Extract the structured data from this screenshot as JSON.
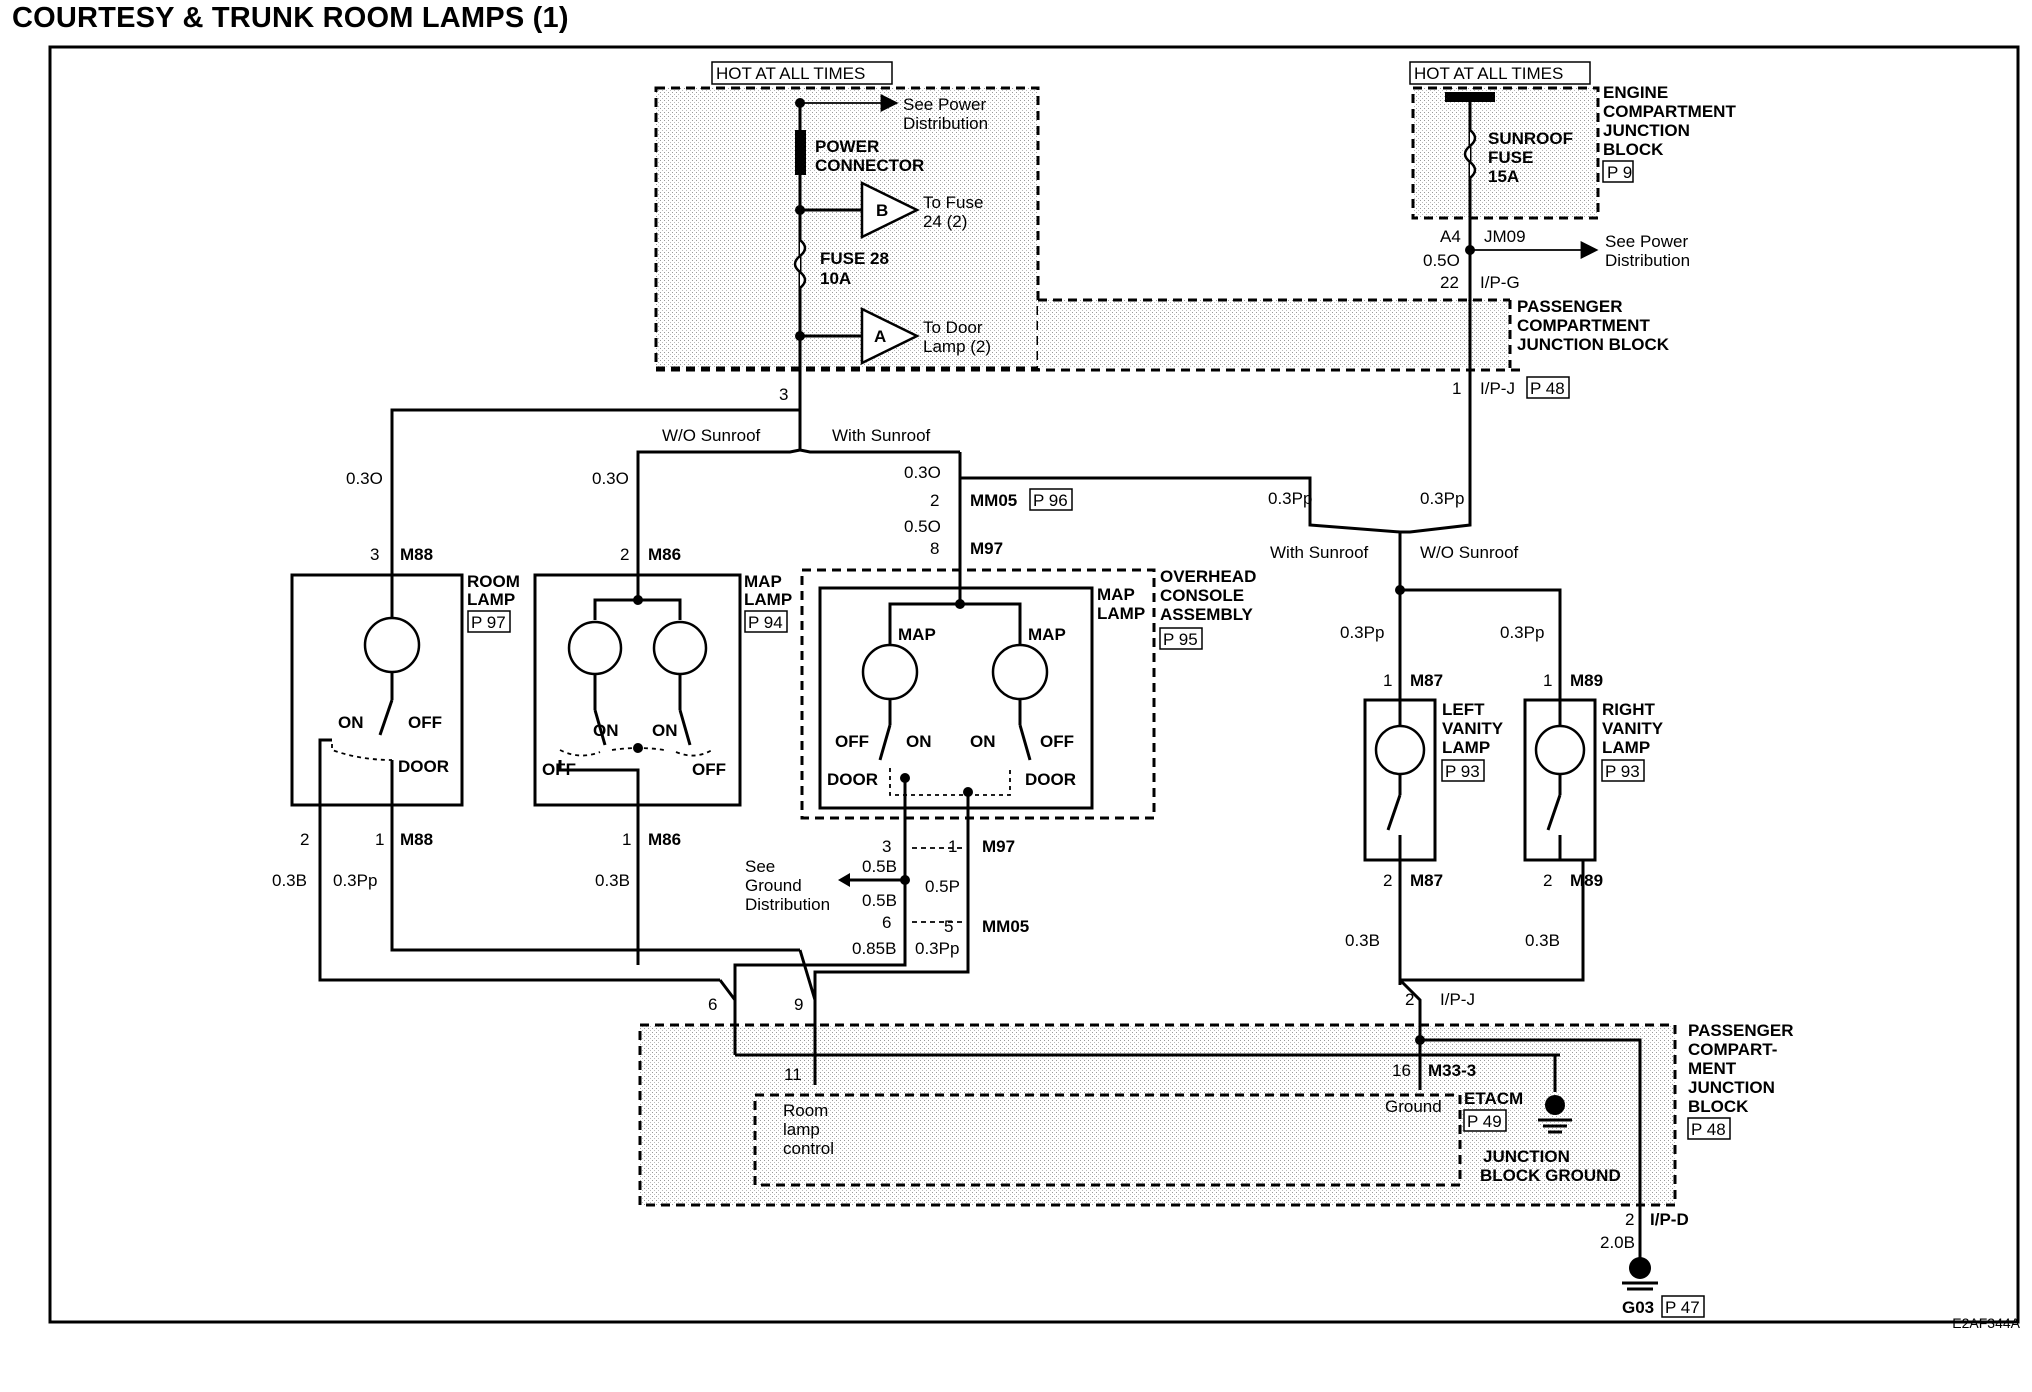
{
  "title": "COURTESY & TRUNK ROOM LAMPS (1)",
  "footer_code": "E2AF344A",
  "hot_left": "HOT AT ALL TIMES",
  "hot_right": "HOT AT ALL TIMES",
  "top_left": {
    "see_power_1": "See Power",
    "see_power_2": "Distribution",
    "power_connector_1": "POWER",
    "power_connector_2": "CONNECTOR",
    "tri_b": "B",
    "to_fuse_1": "To Fuse",
    "to_fuse_2": "24 (2)",
    "fuse28_1": "FUSE 28",
    "fuse28_2": "10A",
    "tri_a": "A",
    "to_door_1": "To Door",
    "to_door_2": "Lamp (2)",
    "pin3": "3"
  },
  "top_right": {
    "sunroof_1": "SUNROOF",
    "sunroof_2": "FUSE",
    "sunroof_3": "15A",
    "ecjb_1": "ENGINE",
    "ecjb_2": "COMPARTMENT",
    "ecjb_3": "JUNCTION",
    "ecjb_4": "BLOCK",
    "ecjb_ref": "P 9",
    "a4": "A4",
    "jm09": "JM09",
    "see_power_1": "See Power",
    "see_power_2": "Distribution",
    "w05o": "0.5O",
    "pin22": "22",
    "ipg": "I/P-G",
    "pcjb_1": "PASSENGER",
    "pcjb_2": "COMPARTMENT",
    "pcjb_3": "JUNCTION BLOCK",
    "pin1": "1",
    "ipj": "I/P-J",
    "ipj_ref": "P 48"
  },
  "mid": {
    "wo_sunroof": "W/O Sunroof",
    "with_sunroof": "With Sunroof",
    "w03o_a": "0.3O",
    "w03o_b": "0.3O",
    "w03o_c": "0.3O",
    "mm05_pin": "2",
    "mm05": "MM05",
    "mm05_ref": "P 96",
    "w05o": "0.5O",
    "m97_pin": "8",
    "m97": "M97",
    "w03pp_a": "0.3Pp",
    "w03pp_b": "0.3Pp",
    "with_sunroof_r": "With Sunroof",
    "wo_sunroof_r": "W/O Sunroof",
    "w03pp_c": "0.3Pp",
    "w03pp_d": "0.3Pp"
  },
  "room_lamp": {
    "pin_top": "3",
    "conn_top": "M88",
    "name_1": "ROOM",
    "name_2": "LAMP",
    "ref": "P 97",
    "on": "ON",
    "off": "OFF",
    "door": "DOOR",
    "pin_b2": "2",
    "pin_b1": "1",
    "conn_bot": "M88",
    "w_left": "0.3B",
    "w_right": "0.3Pp"
  },
  "map_lamp": {
    "pin_top": "2",
    "conn_top": "M86",
    "name_1": "MAP",
    "name_2": "LAMP",
    "ref": "P 94",
    "on_l": "ON",
    "on_r": "ON",
    "off_l": "OFF",
    "off_r": "OFF",
    "pin_bot": "1",
    "conn_bot": "M86",
    "w_bot": "0.3B"
  },
  "overhead": {
    "name_1": "OVERHEAD",
    "name_2": "CONSOLE",
    "name_3": "ASSEMBLY",
    "ref": "P 95",
    "map_lamp_1": "MAP",
    "map_lamp_2": "LAMP",
    "map_l": "MAP",
    "map_r": "MAP",
    "off_l": "OFF",
    "on_l": "ON",
    "on_r": "ON",
    "off_r": "OFF",
    "door_l": "DOOR",
    "door_r": "DOOR",
    "pin3": "3",
    "pin1": "1",
    "m97": "M97",
    "see_ground_1": "See",
    "see_ground_2": "Ground",
    "see_ground_3": "Distribution",
    "w05b_a": "0.5B",
    "w05b_b": "0.5B",
    "w05p": "0.5P",
    "pin6": "6",
    "pin5": "5",
    "mm05": "MM05",
    "w085b": "0.85B",
    "w03pp": "0.3Pp"
  },
  "vanity_left": {
    "pin_top": "1",
    "conn_top": "M87",
    "name_1": "LEFT",
    "name_2": "VANITY",
    "name_3": "LAMP",
    "ref": "P 93",
    "pin_bot": "2",
    "conn_bot": "M87",
    "w_bot": "0.3B"
  },
  "vanity_right": {
    "pin_top": "1",
    "conn_top": "M89",
    "name_1": "RIGHT",
    "name_2": "VANITY",
    "name_3": "LAMP",
    "ref": "P 93",
    "pin_bot": "2",
    "conn_bot": "M89",
    "w_bot": "0.3B"
  },
  "bottom": {
    "pin6": "6",
    "pin9": "9",
    "pin2": "2",
    "ipj": "I/P-J",
    "pcjb_1": "PASSENGER",
    "pcjb_2": "COMPART-",
    "pcjb_3": "MENT",
    "pcjb_4": "JUNCTION",
    "pcjb_5": "BLOCK",
    "pcjb_ref": "P 48",
    "pin11": "11",
    "pin16": "16",
    "m33": "M33-3",
    "room_ctrl_1": "Room",
    "room_ctrl_2": "lamp",
    "room_ctrl_3": "control",
    "ground": "Ground",
    "etacm": "ETACM",
    "etacm_ref": "P 49",
    "jbg_1": "JUNCTION",
    "jbg_2": "BLOCK GROUND",
    "pin2_ipd": "2",
    "ipd": "I/P-D",
    "w20b": "2.0B",
    "g03": "G03",
    "g03_ref": "P 47"
  }
}
